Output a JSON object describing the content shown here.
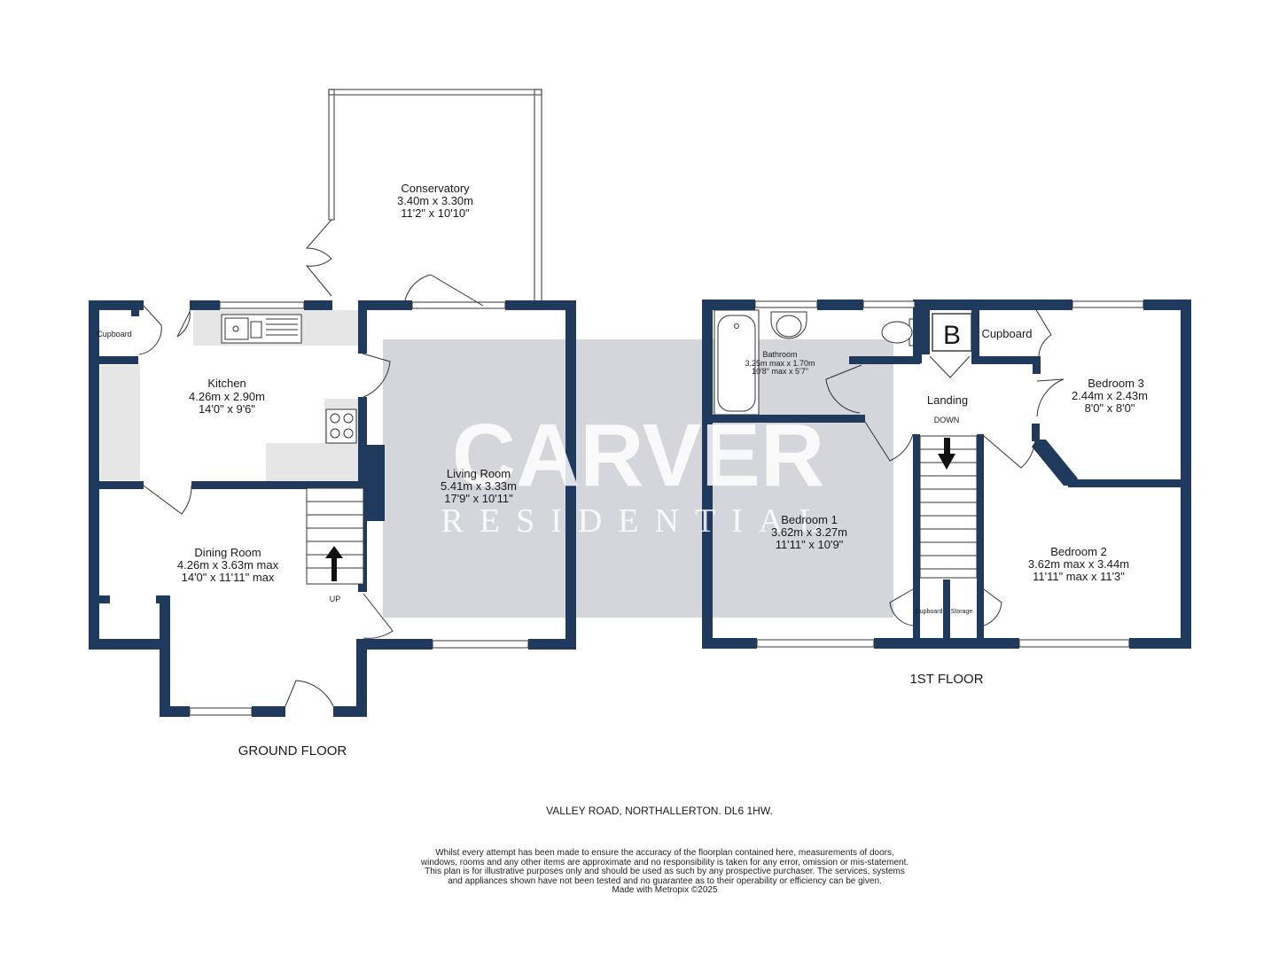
{
  "colors": {
    "wall": "#1f3a5c",
    "floor_fill": "#e8e8e8",
    "watermark_box": "#c8cbd2",
    "watermark_text": "#ffffff"
  },
  "watermark": {
    "brand": "CARVER",
    "subbrand": "RESIDENTIAL"
  },
  "ground_floor": {
    "label": "GROUND FLOOR",
    "rooms": {
      "conservatory": {
        "name": "Conservatory",
        "metric": "3.40m  x 3.30m",
        "imperial": "11'2\"  x 10'10\""
      },
      "kitchen": {
        "name": "Kitchen",
        "metric": "4.26m  x 2.90m",
        "imperial": "14'0\"  x 9'6\""
      },
      "living_room": {
        "name": "Living Room",
        "metric": "5.41m  x 3.33m",
        "imperial": "17'9\"  x 10'11\""
      },
      "dining_room": {
        "name": "Dining Room",
        "metric": "4.26m  x 3.63m max",
        "imperial": "14'0\"  x 11'11\" max"
      },
      "cupboard": {
        "name": "Cupboard"
      }
    },
    "stairs_label": "UP"
  },
  "first_floor": {
    "label": "1ST FLOOR",
    "rooms": {
      "bathroom": {
        "name": "Bathroom",
        "metric": "3.25m max x 1.70m",
        "imperial": "10'8\" max x 5'7\""
      },
      "landing": {
        "name": "Landing"
      },
      "bedroom1": {
        "name": "Bedroom 1",
        "metric": "3.62m  x 3.27m",
        "imperial": "11'11\"  x 10'9\""
      },
      "bedroom2": {
        "name": "Bedroom 2",
        "metric": "3.62m max x 3.44m",
        "imperial": "11'11\" max x 11'3\""
      },
      "bedroom3": {
        "name": "Bedroom 3",
        "metric": "2.44m  x 2.43m",
        "imperial": "8'0\"  x 8'0\""
      },
      "cupboard": {
        "name": "Cupboard"
      },
      "cupboard_small": {
        "name": "Cupboard"
      },
      "storage": {
        "name": "Storage"
      }
    },
    "boiler_label": "B",
    "stairs_label": "DOWN"
  },
  "address": "VALLEY ROAD, NORTHALLERTON. DL6 1HW.",
  "disclaimer": "Whilst every attempt has been made to ensure the accuracy of the floorplan contained here, measurements of doors, windows, rooms and any other items are approximate and no responsibility is taken for any error, omission or mis-statement. This plan is for illustrative purposes only and should be used as such by any prospective purchaser. The services, systems and appliances shown have not been tested and no guarantee as to their operability or efficiency can be given.",
  "credit": "Made with Metropix ©2025"
}
